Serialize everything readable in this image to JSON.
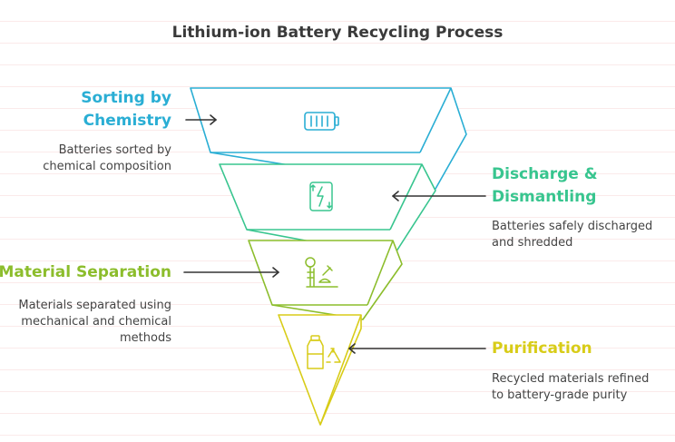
{
  "title": "Lithium-ion Battery Recycling Process",
  "stages": [
    {
      "heading_lines": [
        "Sorting by",
        "Chemistry"
      ],
      "description_lines": [
        "Batteries sorted by",
        "chemical composition"
      ],
      "icon": "battery-icon",
      "color": "#2aaed4"
    },
    {
      "heading_lines": [
        "Discharge &",
        "Dismantling"
      ],
      "description_lines": [
        "Batteries safely discharged",
        "and shredded"
      ],
      "icon": "battery-discharge-icon",
      "color": "#38c58f"
    },
    {
      "heading_lines": [
        "Material Separation"
      ],
      "description_lines": [
        "Materials separated using",
        "mechanical and chemical",
        "methods"
      ],
      "icon": "lab-separation-icon",
      "color": "#8cbd2c"
    },
    {
      "heading_lines": [
        "Purification"
      ],
      "description_lines": [
        "Recycled materials refined",
        "to battery-grade purity"
      ],
      "icon": "recycle-bottle-icon",
      "color": "#d8cc18"
    }
  ]
}
